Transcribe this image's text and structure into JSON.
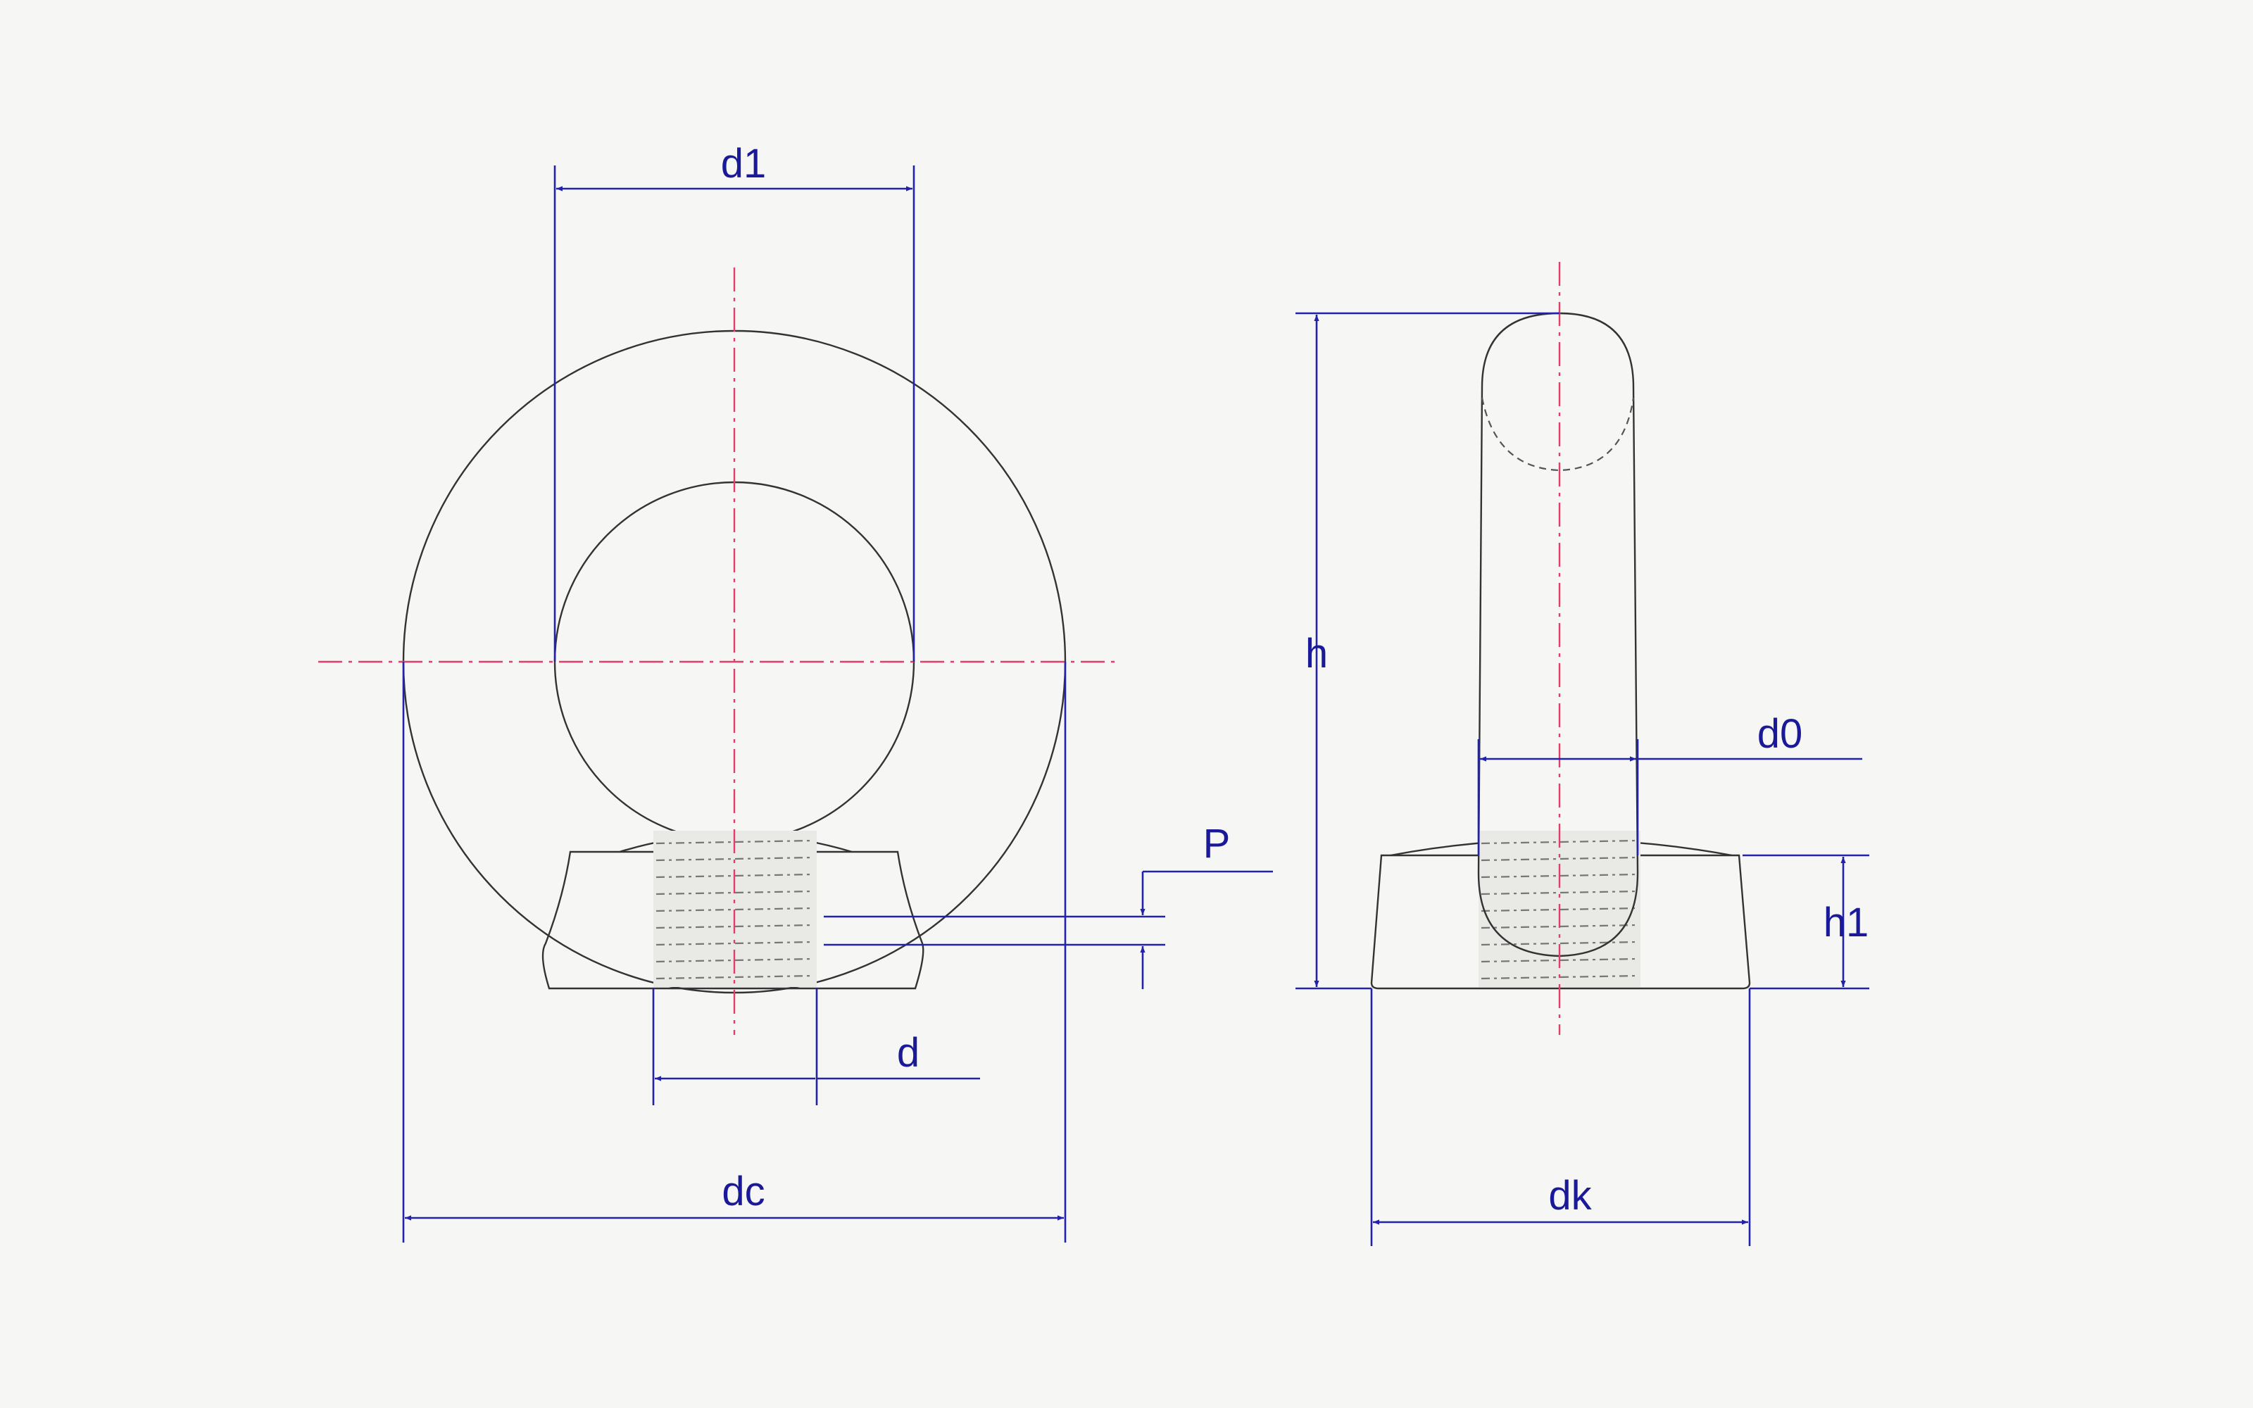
{
  "labels": {
    "d1": "d1",
    "h": "h",
    "d0": "d0",
    "P": "P",
    "h1": "h1",
    "d": "d",
    "dc": "dc",
    "dk": "dk"
  },
  "colors": {
    "outline": "#333333",
    "dimension": "#2222aa",
    "center_line": "#e23d6b",
    "background": "#f6f6f4"
  }
}
